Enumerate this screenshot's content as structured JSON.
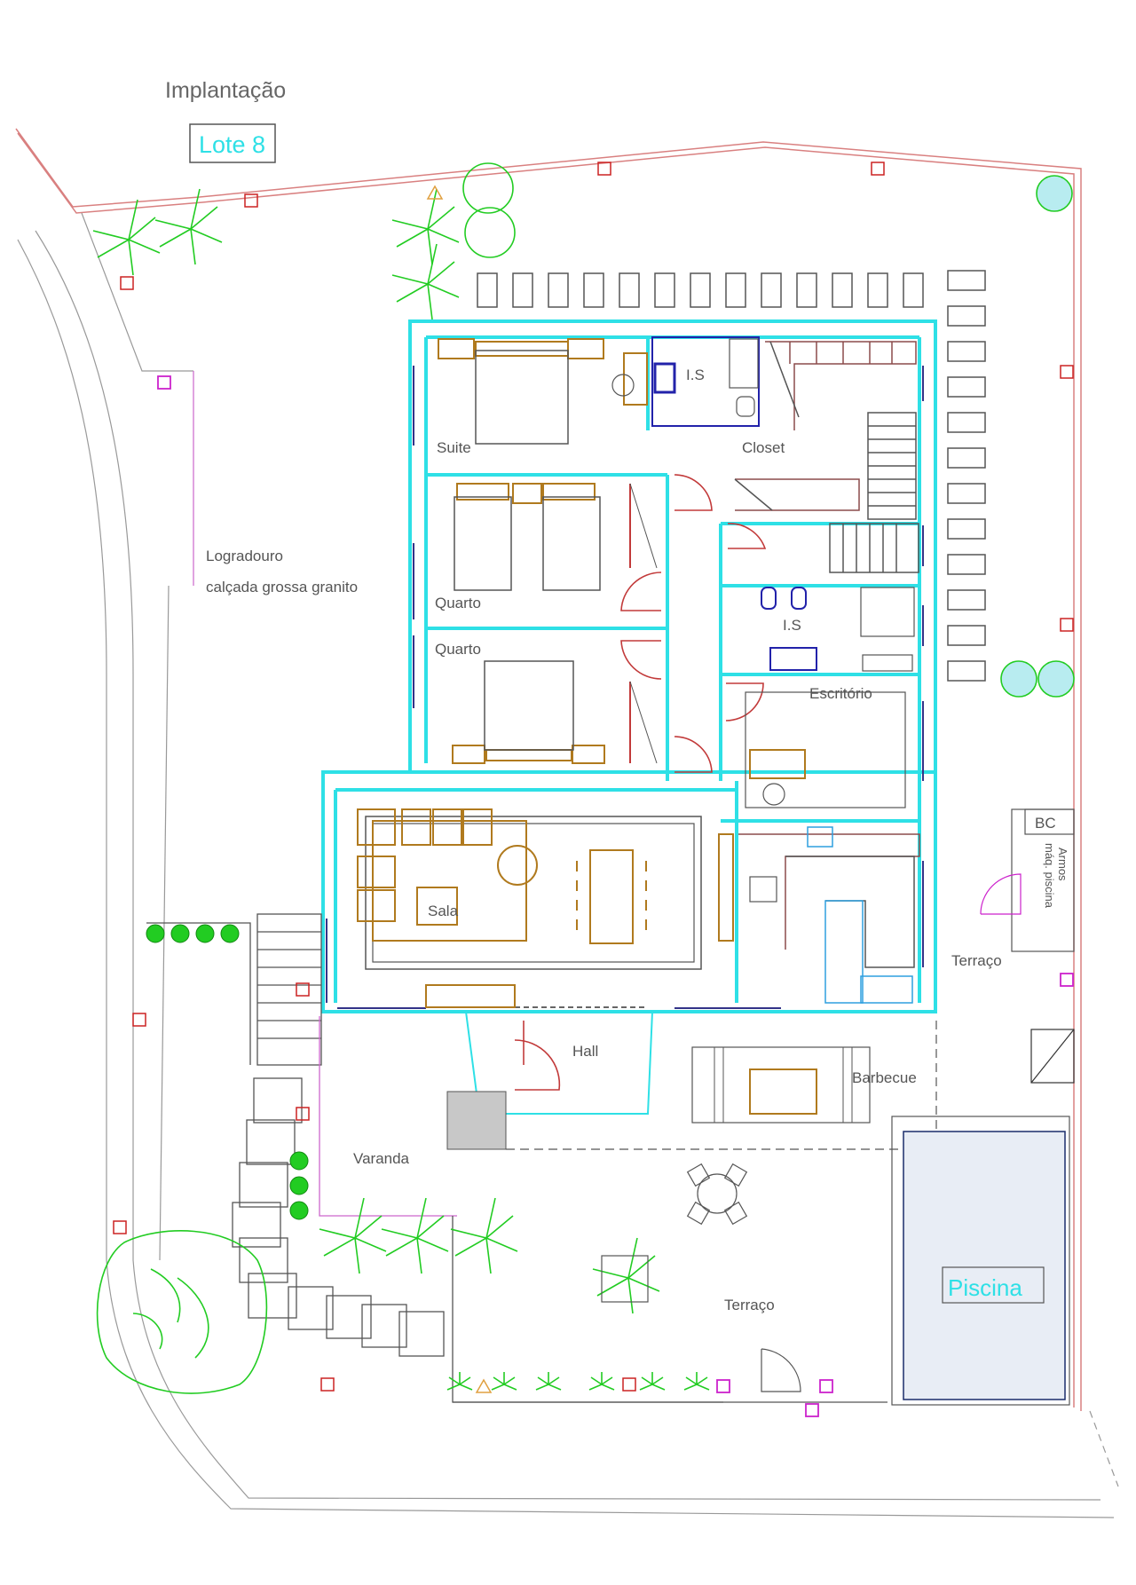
{
  "title": "Implantação",
  "lot_label": "Lote 8",
  "rooms": {
    "suite": "Suite",
    "is_top": "I.S",
    "closet": "Closet",
    "quarto_1": "Quarto",
    "quarto_2": "Quarto",
    "is_mid": "I.S",
    "escritorio": "Escritório",
    "sala": "Sala",
    "hall": "Hall",
    "barbecue": "Barbecue",
    "varanda": "Varanda",
    "terraco_main": "Terraço",
    "terraco_side": "Terraço",
    "piscina": "Piscina",
    "bc": "BC",
    "armos_1": "Armos",
    "armos_2": "máq. piscina"
  },
  "logradouro": {
    "line1": "Logradouro",
    "line2": "calçada grossa granito"
  },
  "colors": {
    "wall": "#2ee0e6",
    "furniture": "#b07a1e",
    "outline": "#555555",
    "boundary": "#d98080",
    "plant": "#22cc22",
    "marker_red": "#cc2222",
    "marker_purple": "#cc22cc",
    "door_red": "#c23a3a",
    "fixture_blue": "#2222aa",
    "pool": "#1a2d6b"
  }
}
